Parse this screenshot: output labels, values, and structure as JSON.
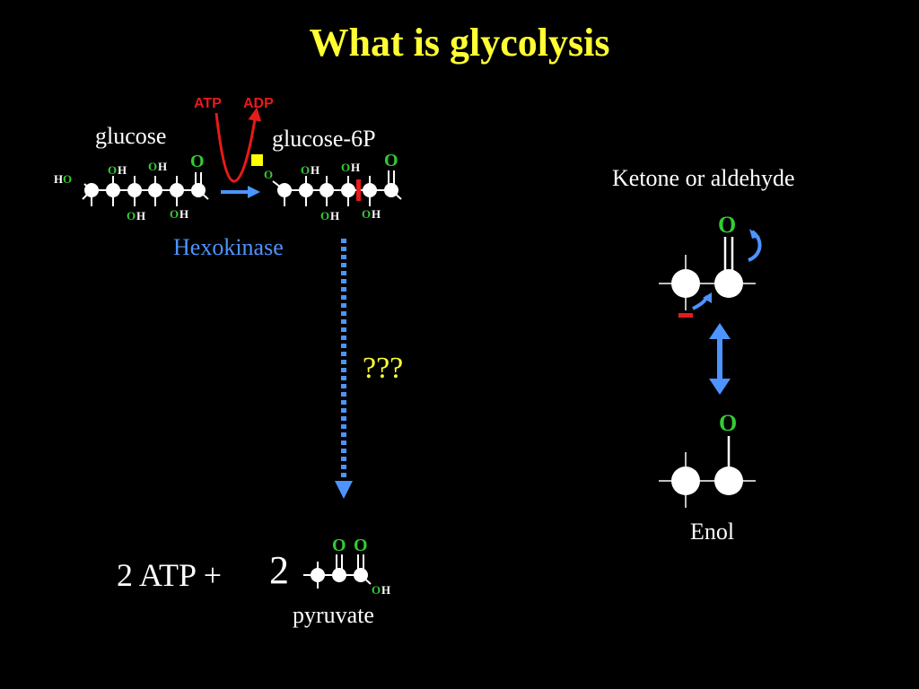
{
  "title": "What is glycolysis",
  "colors": {
    "background": "#000000",
    "title": "#ffff33",
    "oxygen": "#33cc33",
    "atp_arrow": "#e81a1a",
    "arrow_blue": "#4d94ff",
    "enzyme": "#4d94ff",
    "phosphate": "#ffff00",
    "unknown_steps": "#ffff33"
  },
  "reaction": {
    "substrate": "glucose",
    "product": "glucose-6P",
    "enzyme": "Hexokinase",
    "cofactor_in": "ATP",
    "cofactor_out": "ADP",
    "unknown_steps": "???"
  },
  "result": {
    "energy": "2 ATP +",
    "coefficient": "2",
    "molecule": "pyruvate"
  },
  "tautomer": {
    "top_label": "Ketone or aldehyde",
    "bottom_label": "Enol"
  },
  "atoms": {
    "oxygen": "O",
    "hydrogen": "H"
  }
}
